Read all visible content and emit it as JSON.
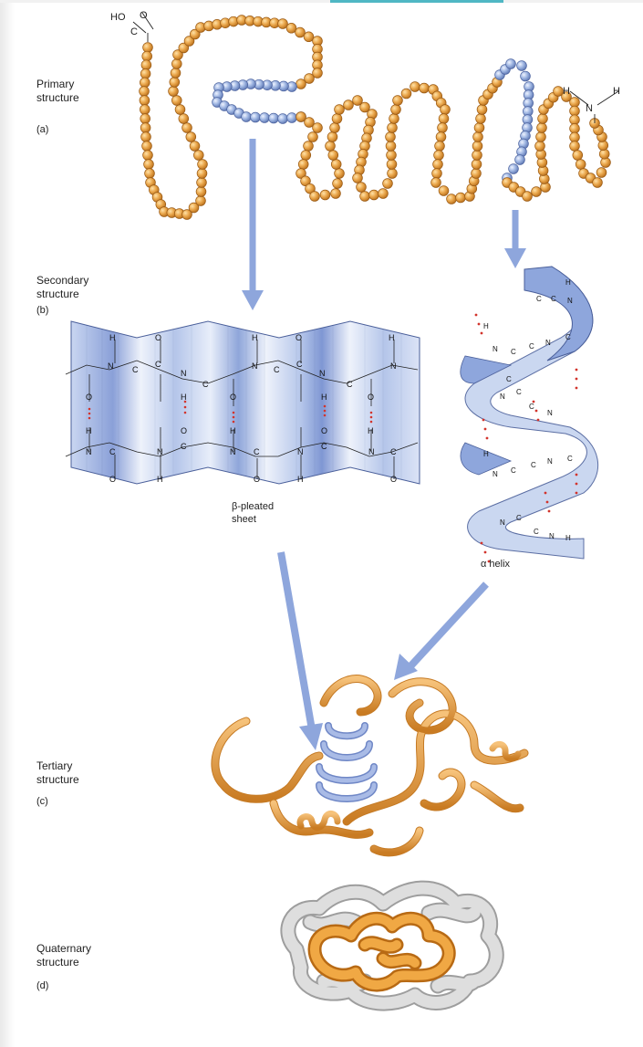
{
  "primary": {
    "title_line1": "Primary",
    "title_line2": "structure",
    "letter": "(a)",
    "ho_label": "HO",
    "o_label": "O",
    "c_label": "C",
    "n_label": "N",
    "h1_label": "H",
    "h2_label": "H"
  },
  "secondary": {
    "title_line1": "Secondary",
    "title_line2": "structure",
    "letter": "(b)",
    "sheet_line1": "β-pleated",
    "sheet_line2": "sheet",
    "helix_label": "α helix"
  },
  "tertiary": {
    "title_line1": "Tertiary",
    "title_line2": "structure",
    "letter": "(c)"
  },
  "quaternary": {
    "title_line1": "Quaternary",
    "title_line2": "structure",
    "letter": "(d)"
  },
  "colors": {
    "bead_orange": "#e8a54a",
    "bead_blue": "#9db3e0",
    "ribbon_blue": "#b7c8ea",
    "arrow_blue": "#8ea6dc",
    "orange_tube": "#e69a3c",
    "gray_tube": "#d4d4d4"
  }
}
